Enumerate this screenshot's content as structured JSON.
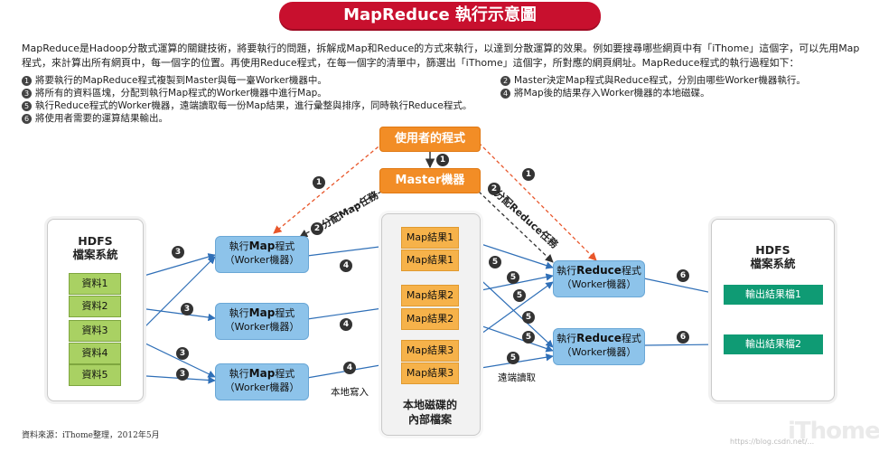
{
  "title": "MapReduce 執行示意圖",
  "intro": "MapReduce是Hadoop分散式運算的關鍵技術，將要執行的問題，拆解成Map和Reduce的方式來執行，以達到分散運算的效果。例如要搜尋哪些網頁中有「iThome」這個字，可以先用Map程式，來計算出所有網頁中，每一個字的位置。再使用Reduce程式，在每一個字的清單中，篩選出「iThome」這個字，所對應的網頁網址。MapReduce程式的執行過程如下：",
  "steps_left": [
    {
      "num": "1",
      "text": "將要執行的MapReduce程式複製到Master與每一臺Worker機器中。"
    },
    {
      "num": "3",
      "text": "將所有的資料區塊，分配到執行Map程式的Worker機器中進行Map。"
    },
    {
      "num": "5",
      "text": "執行Reduce程式的Worker機器，遠端讀取每一份Map結果，進行彙整與排序，同時執行Reduce程式。"
    },
    {
      "num": "6",
      "text": "將使用者需要的運算結果輸出。"
    }
  ],
  "steps_right": [
    {
      "num": "2",
      "text": "Master決定Map程式與Reduce程式，分別由哪些Worker機器執行。"
    },
    {
      "num": "4",
      "text": "將Map後的結果存入Worker機器的本地磁碟。"
    }
  ],
  "user_program": "使用者的程式",
  "master": "Master機器",
  "assign_map": "分配Map任務",
  "assign_reduce": "分配Reduce任務",
  "hdfs_left": {
    "line1": "HDFS",
    "line2": "檔案系統"
  },
  "hdfs_right": {
    "line1": "HDFS",
    "line2": "檔案系統"
  },
  "files": [
    "資料1",
    "資料2",
    "資料3",
    "資料4",
    "資料5"
  ],
  "map_worker": {
    "line1_prefix": "執行",
    "line1_bold": "Map",
    "line1_suffix": "程式",
    "line2": "（Worker機器）"
  },
  "reduce_worker": {
    "line1_prefix": "執行",
    "line1_bold": "Reduce",
    "line1_suffix": "程式",
    "line2": "（Worker機器）"
  },
  "map_results": [
    "Map結果1",
    "Map結果1",
    "Map結果2",
    "Map結果2",
    "Map結果3",
    "Map結果3"
  ],
  "disk_label": {
    "line1": "本地磁碟的",
    "line2": "內部檔案"
  },
  "outputs": [
    "輸出結果檔1",
    "輸出結果檔2"
  ],
  "local_write": "本地寫入",
  "remote_read": "遠端讀取",
  "step_numbers": {
    "s1": "1",
    "s2": "2",
    "s3": "3",
    "s4": "4",
    "s5": "5",
    "s6": "6"
  },
  "source": "資料來源：iThome整理，2012年5月",
  "logo": "iThome",
  "watermark": "https://blog.csdn.net/...",
  "colors": {
    "title": "#c8102e",
    "orange": "#f28d26",
    "worker": "#8dc3ea",
    "file": "#a9d163",
    "result": "#f6b24a",
    "output": "#0f9b74",
    "arrow": "#2f6fb7"
  }
}
